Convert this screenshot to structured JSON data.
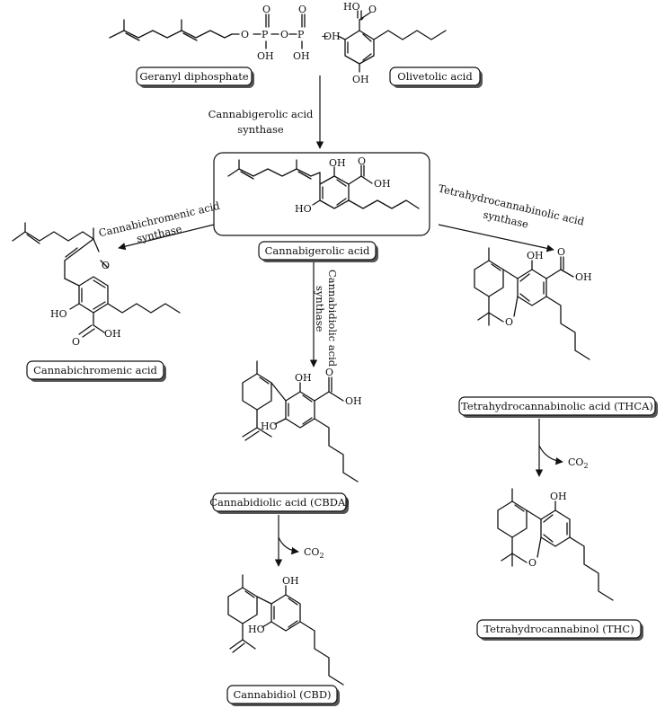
{
  "reactants": {
    "geranyl_diphosphate": "Geranyl diphosphate",
    "olivetolic_acid": "Olivetolic acid",
    "plus": "+"
  },
  "enzymes": {
    "cbga_synthase_1": "Cannabigerolic acid",
    "cbga_synthase_2": "synthase",
    "cbca_synthase_1": "Cannabichromenic acid",
    "cbca_synthase_2": "synthase",
    "thca_synthase_1": "Tetrahydrocannabinolic acid",
    "thca_synthase_2": "synthase",
    "cbda_synthase_1": "Cannabidiolic acid",
    "cbda_synthase_2": "synthase"
  },
  "products": {
    "cbga": "Cannabigerolic acid",
    "cbca": "Cannabichromenic acid",
    "cbda": "Cannabidiolic acid (CBDA)",
    "thca": "Tetrahydrocannabinolic acid (THCA)",
    "cbd": "Cannabidiol (CBD)",
    "thc": "Tetrahydrocannabinol (THC)"
  },
  "decarboxylation": {
    "co2": "CO",
    "co2_sub": "2"
  },
  "atoms": {
    "O": "O",
    "P": "P",
    "OH": "OH",
    "HO": "HO"
  }
}
